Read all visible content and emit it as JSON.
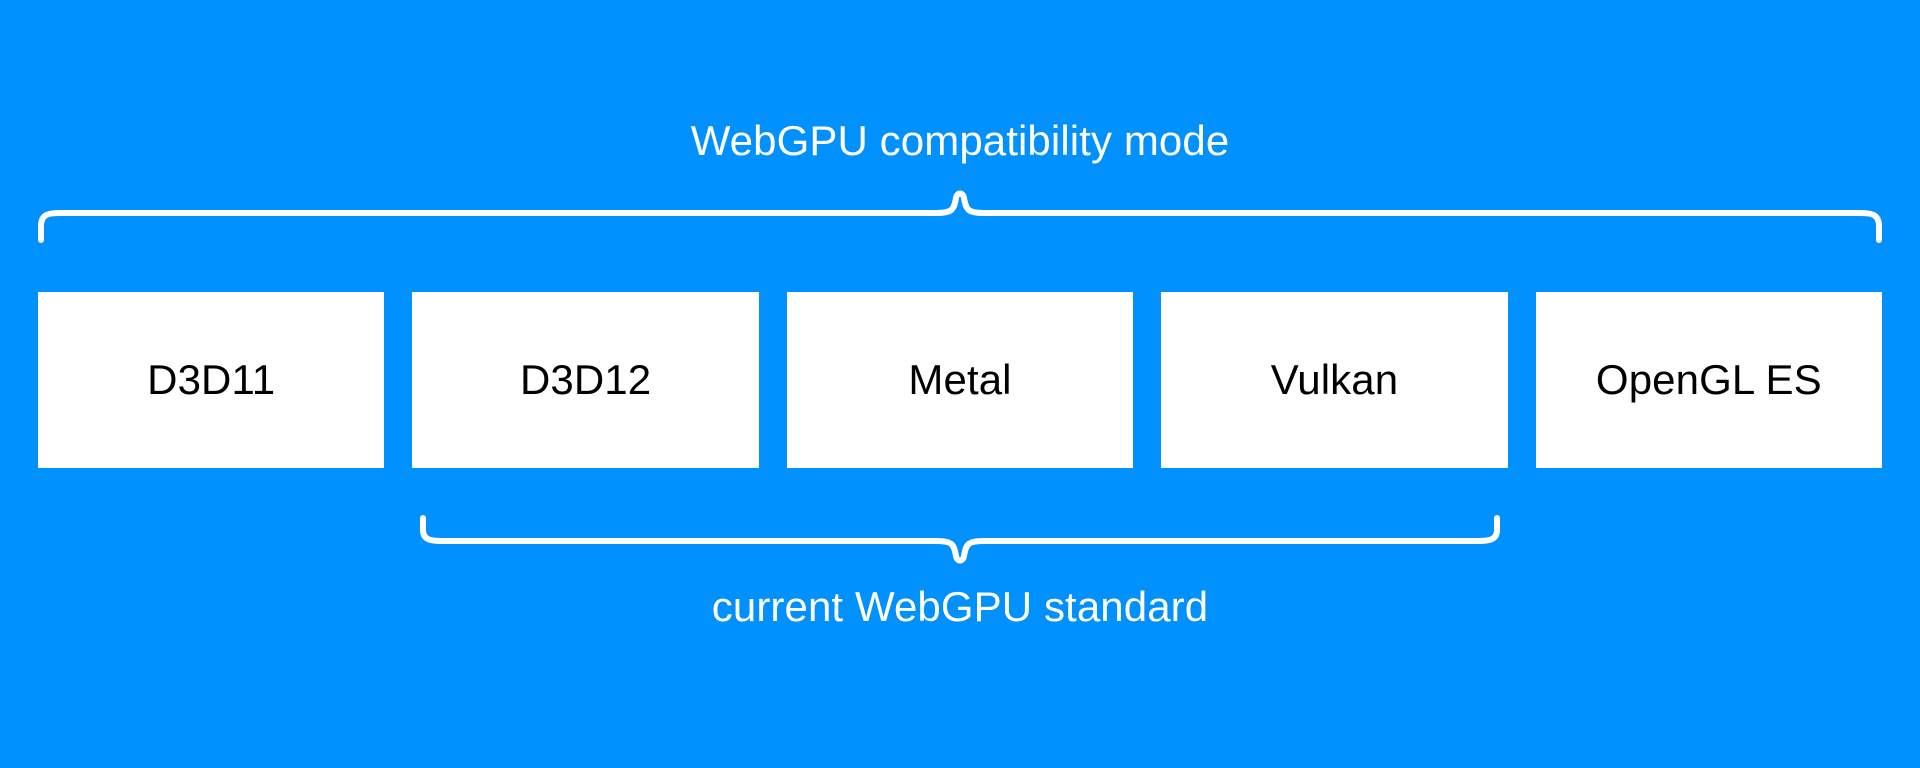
{
  "diagram": {
    "title": "WebGPU compatibility mode",
    "background_color": "#0091ff",
    "box_color": "#ffffff",
    "label_color": "#ffffff",
    "box_label_color": "#000000"
  },
  "top_brace": {
    "label": "WebGPU compatibility mode",
    "spans_boxes": [
      "D3D11",
      "D3D12",
      "Metal",
      "Vulkan",
      "OpenGL ES"
    ]
  },
  "bottom_brace": {
    "label": "current WebGPU standard",
    "spans_boxes": [
      "D3D12",
      "Metal",
      "Vulkan"
    ]
  },
  "boxes": [
    {
      "label": "D3D11"
    },
    {
      "label": "D3D12"
    },
    {
      "label": "Metal"
    },
    {
      "label": "Vulkan"
    },
    {
      "label": "OpenGL ES"
    }
  ]
}
